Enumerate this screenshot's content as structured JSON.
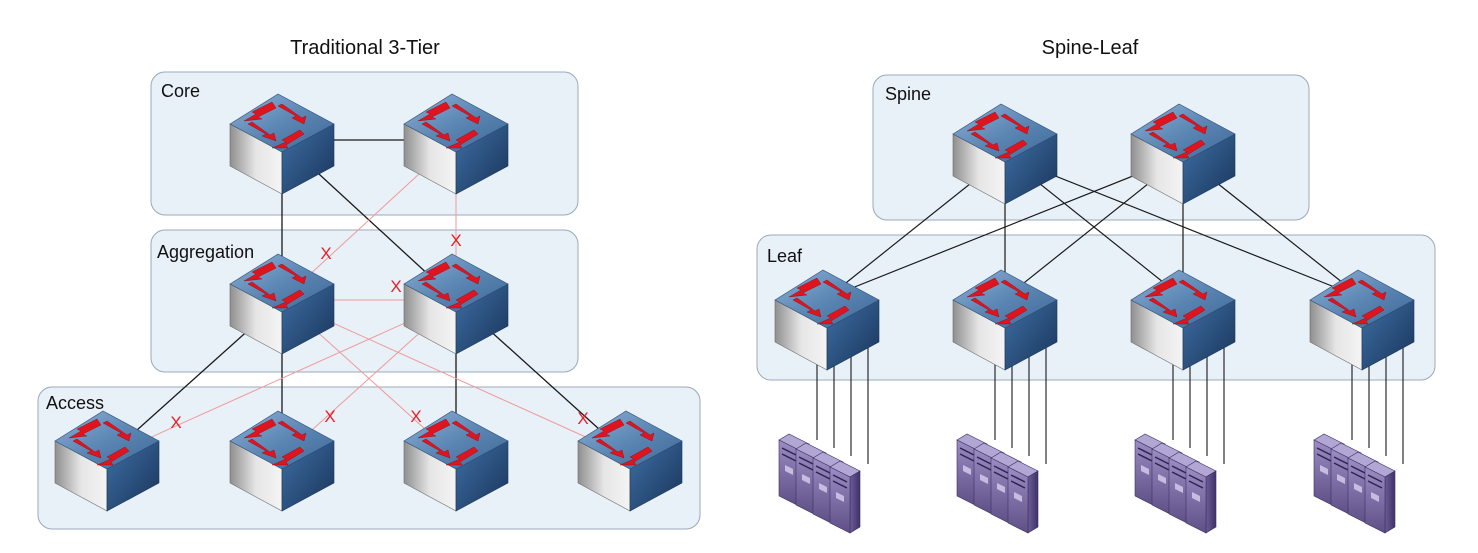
{
  "left": {
    "title": "Traditional 3-Tier",
    "tiers": {
      "core": "Core",
      "aggregation": "Aggregation",
      "access": "Access"
    },
    "blocked_marker": "X",
    "links": {
      "active": [
        [
          "core-1",
          "core-2"
        ],
        [
          "core-1",
          "agg-1"
        ],
        [
          "core-1",
          "agg-2"
        ],
        [
          "agg-1",
          "acc-1"
        ],
        [
          "agg-1",
          "acc-2"
        ],
        [
          "agg-2",
          "acc-3"
        ],
        [
          "agg-2",
          "acc-4"
        ]
      ],
      "blocked": [
        [
          "core-2",
          "agg-1"
        ],
        [
          "core-2",
          "agg-2"
        ],
        [
          "agg-1",
          "agg-2"
        ],
        [
          "agg-1",
          "acc-3"
        ],
        [
          "agg-1",
          "acc-4"
        ],
        [
          "agg-2",
          "acc-1"
        ],
        [
          "agg-2",
          "acc-2"
        ]
      ]
    }
  },
  "right": {
    "title": "Spine-Leaf",
    "tiers": {
      "spine": "Spine",
      "leaf": "Leaf"
    },
    "spine_count": 2,
    "leaf_count": 4,
    "servers_per_leaf": 4
  },
  "colors": {
    "tier_fill": "#e8f0f8",
    "tier_stroke": "#9aaab8",
    "active_link": "#1a1a1a",
    "blocked_link": "#f09a9a",
    "x_mark": "#e8202a",
    "switch_top": "#5c87b4",
    "switch_side": "#2e5a8c",
    "switch_front": "#c8c8c8",
    "arrow": "#e0141e",
    "server": "#7a6a9e"
  },
  "icons": [
    "network-switch-icon",
    "server-rack-icon"
  ]
}
